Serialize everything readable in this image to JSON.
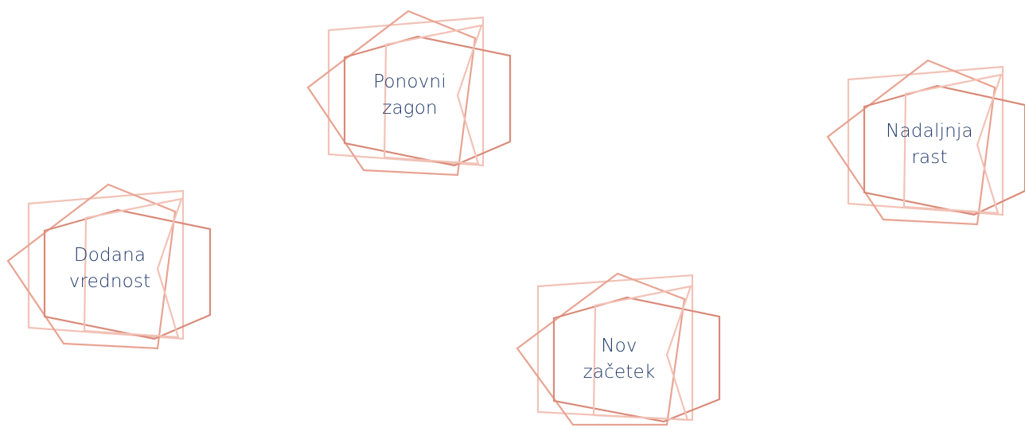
{
  "colors": {
    "frame_light": "#f2c2b6",
    "frame_mid": "#e8a392",
    "frame_dark": "#d98b7a",
    "text": "#223a6b"
  },
  "badges": [
    {
      "icon": "geometric-hexagon-frame",
      "line1": "Ponovni",
      "line2": "zagon"
    },
    {
      "icon": "geometric-hexagon-frame",
      "line1": "Dodana",
      "line2": "vrednost"
    },
    {
      "icon": "geometric-hexagon-frame",
      "line1": "Nadaljnja",
      "line2": "rast"
    },
    {
      "icon": "geometric-hexagon-frame",
      "line1": "Nov",
      "line2": "začetek"
    }
  ]
}
